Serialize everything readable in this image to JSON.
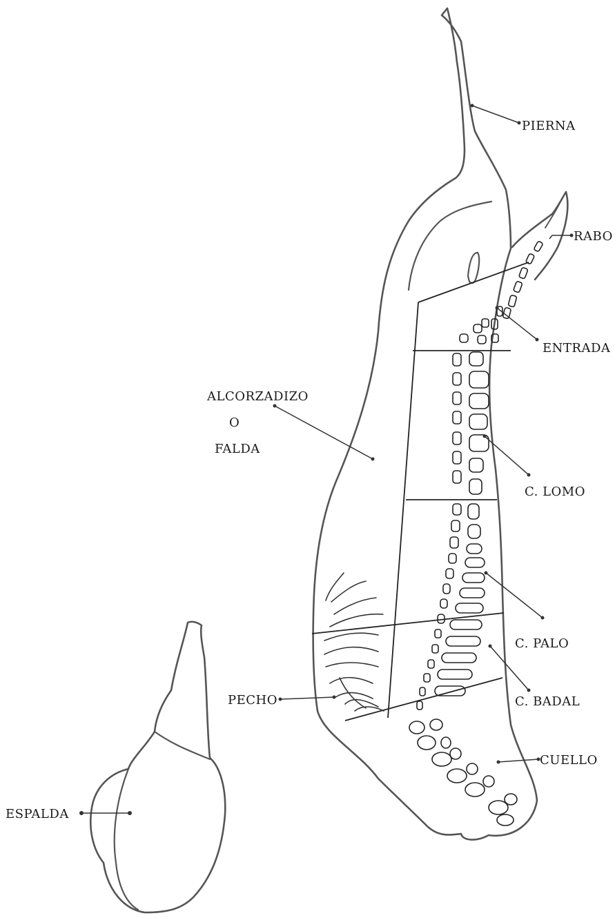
{
  "labels": {
    "pierna": "PIERNA",
    "rabo": "RABO",
    "entrada": "ENTRADA",
    "alcorzadizo": "ALCORZADIZO",
    "o": "O",
    "falda": "FALDA",
    "lomo": "C. LOMO",
    "palo": "C. PALO",
    "badal": "C. BADAL",
    "pecho": "PECHO",
    "cuello": "CUELLO",
    "espalda": "ESPALDA"
  }
}
